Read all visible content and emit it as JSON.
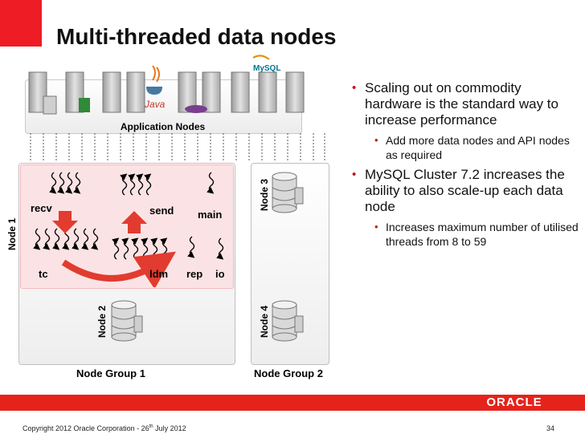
{
  "title": "Multi-threaded data nodes",
  "application_nodes_label": "Application Nodes",
  "app_logos": {
    "mysql": "MySQL",
    "java": "Java"
  },
  "node_labels": {
    "node1": "Node 1",
    "node2": "Node 2",
    "node3": "Node 3",
    "node4": "Node 4"
  },
  "threads": {
    "recv": "recv",
    "send": "send",
    "main": "main",
    "tc": "tc",
    "ldm": "ldm",
    "rep": "rep",
    "io": "io"
  },
  "node_groups": {
    "group1": "Node Group 1",
    "group2": "Node Group 2"
  },
  "bullets": [
    {
      "text": "Scaling out on commodity hardware is the standard way to increase performance",
      "sub": [
        "Add more data nodes and API nodes as required"
      ]
    },
    {
      "text": "MySQL Cluster 7.2 increases the ability to also scale-up each data node",
      "sub": [
        "Increases maximum number of utilised threads from 8 to 59"
      ]
    }
  ],
  "footer": {
    "copyright_prefix": "Copyright 2012 Oracle Corporation  - 26",
    "copyright_sup": "th",
    "copyright_suffix": " July 2012",
    "page_number": "34",
    "logo": "ORACLE"
  },
  "colors": {
    "accent_red": "#ee1c25",
    "node_panel": "#fbe3e5",
    "arrow_red": "#e23b2f",
    "footer_red": "#e5231b"
  }
}
